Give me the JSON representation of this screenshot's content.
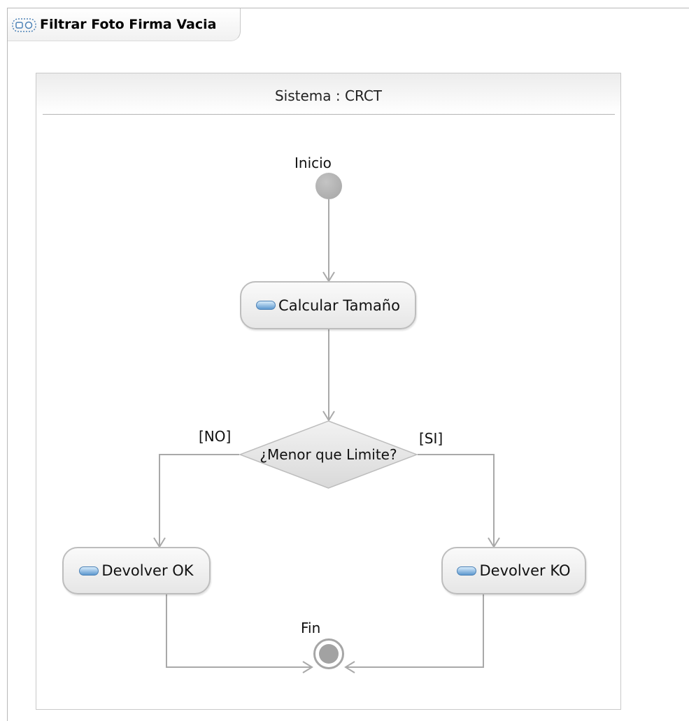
{
  "tab": {
    "title": "Filtrar Foto Firma Vacia",
    "icon": "activity-diagram-icon"
  },
  "partition": {
    "title": "Sistema : CRCT"
  },
  "nodes": {
    "initial": {
      "label": "Inicio"
    },
    "calc": {
      "label": "Calcular Tamaño",
      "icon": "action-icon"
    },
    "decision": {
      "label": "¿Menor que Limite?"
    },
    "ok": {
      "label": "Devolver OK",
      "icon": "action-icon"
    },
    "ko": {
      "label": "Devolver KO",
      "icon": "action-icon"
    },
    "final": {
      "label": "Fin"
    }
  },
  "guards": {
    "no": "[NO]",
    "si": "[SI]"
  },
  "colors": {
    "edge": "#a9a9a9",
    "action_icon": "#5d98cf",
    "node_fill": "#a4a4a4"
  }
}
